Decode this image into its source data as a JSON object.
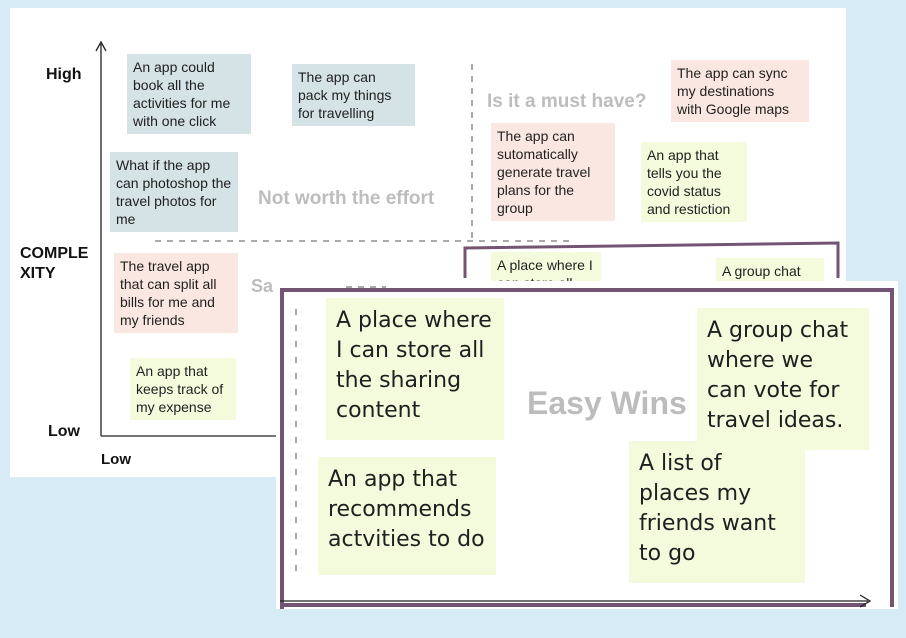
{
  "matrix": {
    "y_axis": {
      "high": "High",
      "low": "Low",
      "title": "COMPLE XITY"
    },
    "x_axis": {
      "low": "Low"
    },
    "quadrants": {
      "top_left": "Not worth the effort",
      "top_right": "Is it a must have?",
      "bottom_left_partial": "Sa",
      "bottom_right": "Easy Wins"
    },
    "notes": {
      "book_activities": "An app could book all the activities for me with one click",
      "pack_things": "The app can pack my things for travelling",
      "photoshop": "What if the app can photoshop the travel photos for me",
      "split_bills": "The travel app that can split all bills for me and my friends",
      "track_expense": "An app that keeps track of my expense",
      "sync_maps": "The app can sync my destinations with Google maps",
      "travel_plans": "The app can sutomatically generate travel plans for the group",
      "covid_status": "An app that tells you the covid status and restiction",
      "store_content_partial": "A place where I can store all",
      "group_chat_partial": "A group chat"
    }
  },
  "zoom": {
    "title": "Easy Wins",
    "notes": {
      "store_content": "A place where I can store all the sharing content",
      "group_chat": "A group chat where we can vote for travel ideas.",
      "recommends": "An app that recommends actvities to do",
      "places_list": "A list of places my friends want to go"
    }
  },
  "colors": {
    "background": "#d6ebf6",
    "sticky_blue": "#d5e2e6",
    "sticky_pink": "#fbe7e1",
    "sticky_green": "#f3fbdc",
    "frame_purple": "#745473"
  }
}
